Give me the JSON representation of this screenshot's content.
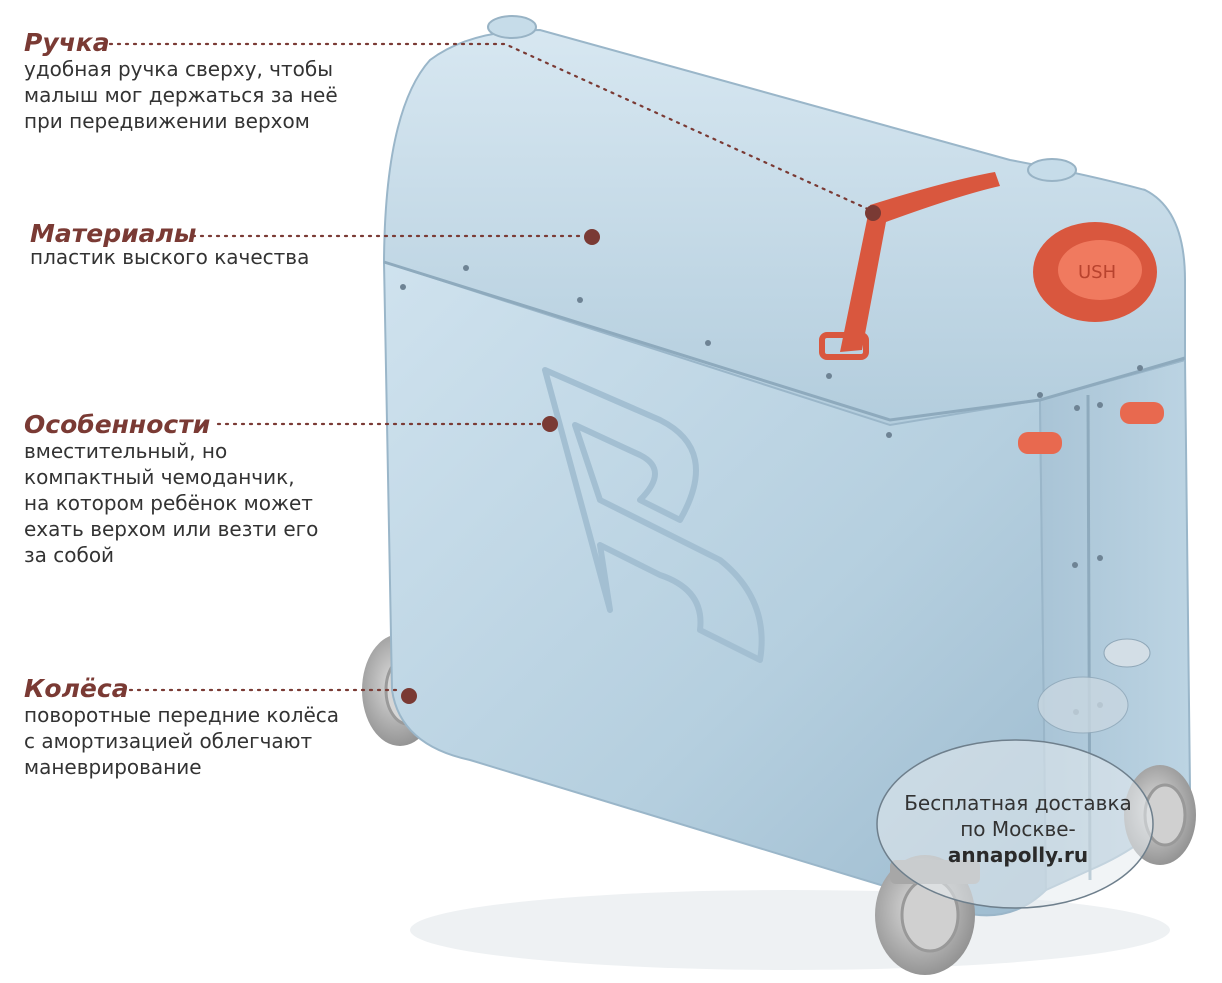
{
  "colors": {
    "accent": "#7a3a34",
    "dot": "#7a3a34",
    "suitcase": "#b9d3e2",
    "strap": "#d9573e"
  },
  "callouts": [
    {
      "title": "Ручка",
      "text": "удобная ручка сверху, чтобы\nмалыш мог держаться за неё\nпри передвижении верхом"
    },
    {
      "title": "Материалы",
      "text": "пластик выского качества"
    },
    {
      "title": "Особенности",
      "text": "вместительный, но\nкомпактный чемоданчик,\nна котором ребёнок может\nехать верхом или везти его\nза собой"
    },
    {
      "title": "Колёса",
      "text": "поворотные передние колёса\nс амортизацией облегчают\nманеврирование"
    }
  ],
  "promo": {
    "line1": "Бесплатная доставка",
    "line2": "по Москве-",
    "site": "annapolly.ru"
  }
}
